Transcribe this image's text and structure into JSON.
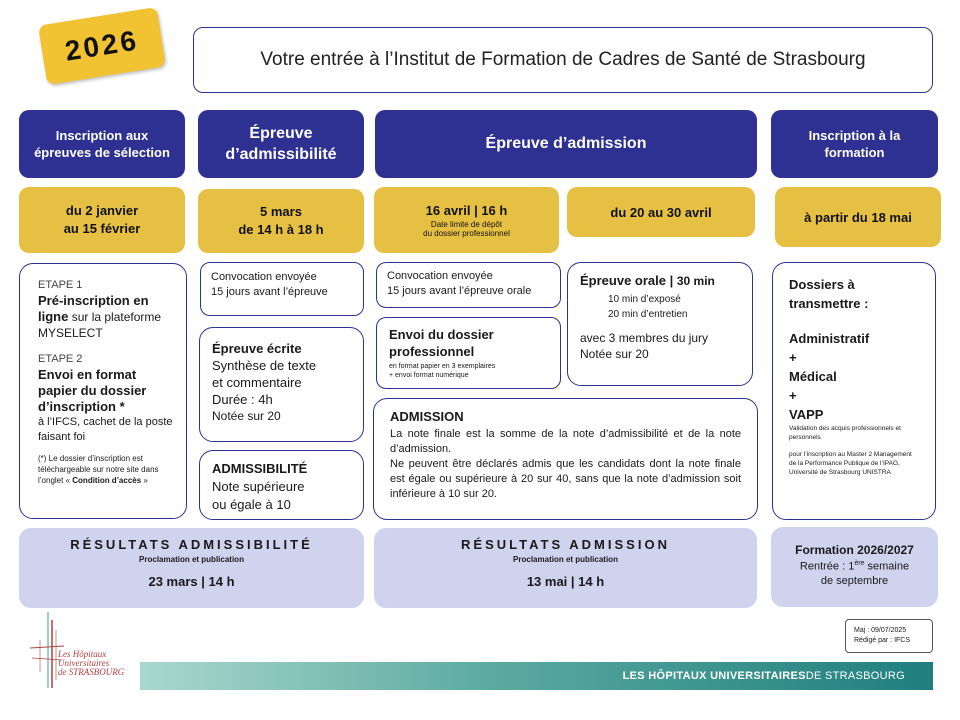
{
  "year": "2026",
  "title": "Votre entrée à l’Institut de Formation de Cadres de Santé de Strasbourg",
  "headers": {
    "inscription_epreuves": "Inscription aux épreuves de sélection",
    "admissibilite": "Épreuve d’admissibilité",
    "admission": "Épreuve d’admission",
    "inscription_formation": "Inscription à la formation"
  },
  "dates": {
    "inscription": [
      "du 2 janvier",
      "au 15 février"
    ],
    "admissibilite": [
      "5 mars",
      "de 14 h à 18 h"
    ],
    "depot": {
      "main": "16 avril  |  16 h",
      "sub1": "Date limite de dépôt",
      "sub2": "du dossier professionnel"
    },
    "oral": "du 20 au 30 avril",
    "formation": "à partir du 18 mai"
  },
  "etapes": {
    "etape1_label": "ETAPE 1",
    "etape1_bold": "Pré-inscription en ligne",
    "etape1_rest": "sur la plateforme MYSELECT",
    "etape2_label": "ETAPE 2",
    "etape2_bold": "Envoi  en format papier du dossier d’inscription *",
    "etape2_rest": "à l’IFCS, cachet de la poste faisant foi",
    "note": "(*) Le dossier d’inscription est téléchargeable  sur notre site dans l’onglet  «",
    "note_bold": "Condition d’accès",
    "note_end": "»"
  },
  "convocation": {
    "admissibilite": [
      "Convocation envoyée",
      "15 jours avant l’épreuve"
    ],
    "oral": [
      "Convocation envoyée",
      "15 jours avant l’épreuve orale"
    ]
  },
  "ecrite": {
    "title": "Épreuve écrite",
    "lines": [
      "Synthèse de texte",
      "et commentaire",
      "Durée : 4h",
      "Notée sur 20"
    ]
  },
  "admissibilite_box": {
    "title": "ADMISSIBILITÉ",
    "lines": [
      "Note supérieure",
      "ou égale à 10"
    ]
  },
  "dossier_pro": {
    "title": "Envoi du dossier professionnel",
    "sub1": "en format papier en 3 exemplaires",
    "sub2": "+ envoi format numérique"
  },
  "oral": {
    "title": "Épreuve orale |",
    "duration": "30 min",
    "expose": "10 min d’exposé",
    "entretien": "20 min d’entretien",
    "jury": "avec 3 membres du jury",
    "note": "Notée sur 20"
  },
  "admission_box": {
    "title": "ADMISSION",
    "p1": "La note finale est la somme de la note d’admissibilité et de la note d’admission.",
    "p2": "Ne peuvent être déclarés admis que les candidats dont la note finale est égale ou supérieure à 20 sur 40, sans que la note d’admission soit inférieure à 10 sur 20."
  },
  "dossiers": {
    "title": "Dossiers à transmettre :",
    "items": [
      "Administratif",
      "+",
      "Médical",
      "+",
      "VAPP"
    ],
    "vapp_note": "Validation des acquis professionnels et personnels",
    "master_note": "pour l’inscription au Master 2 Management de la Performance Publique de l’IPAG, Université de Strasbourg UNISTRA"
  },
  "resultats_admissibilite": {
    "title": "RÉSULTATS ADMISSIBILITÉ",
    "sub": "Proclamation et publication",
    "date": "23 mars | 14 h"
  },
  "resultats_admission": {
    "title": "RÉSULTATS ADMISSION",
    "sub": "Proclamation et publication",
    "date": "13 mai | 14 h"
  },
  "formation": {
    "title": "Formation 2026/2027",
    "rentree_pre": "Rentrée : 1",
    "rentree_sup": "ère",
    "rentree_post": " semaine",
    "rentree_line2": "de septembre"
  },
  "maj": {
    "line1": "Maj : 09/07/2025",
    "line2": "Rédigé par : IFCS"
  },
  "logo_text": [
    "Les Hôpitaux",
    "Universitaires",
    "de STRASBOURG"
  ],
  "footer": {
    "bold": "LES HÔPITAUX UNIVERSITAIRES",
    "rest": " DE STRASBOURG"
  },
  "colors": {
    "navy": "#2e3192",
    "gold": "#e6c043",
    "lavender": "#cfd3ee",
    "badge": "#f1c232",
    "logo_red": "#b0413e"
  }
}
